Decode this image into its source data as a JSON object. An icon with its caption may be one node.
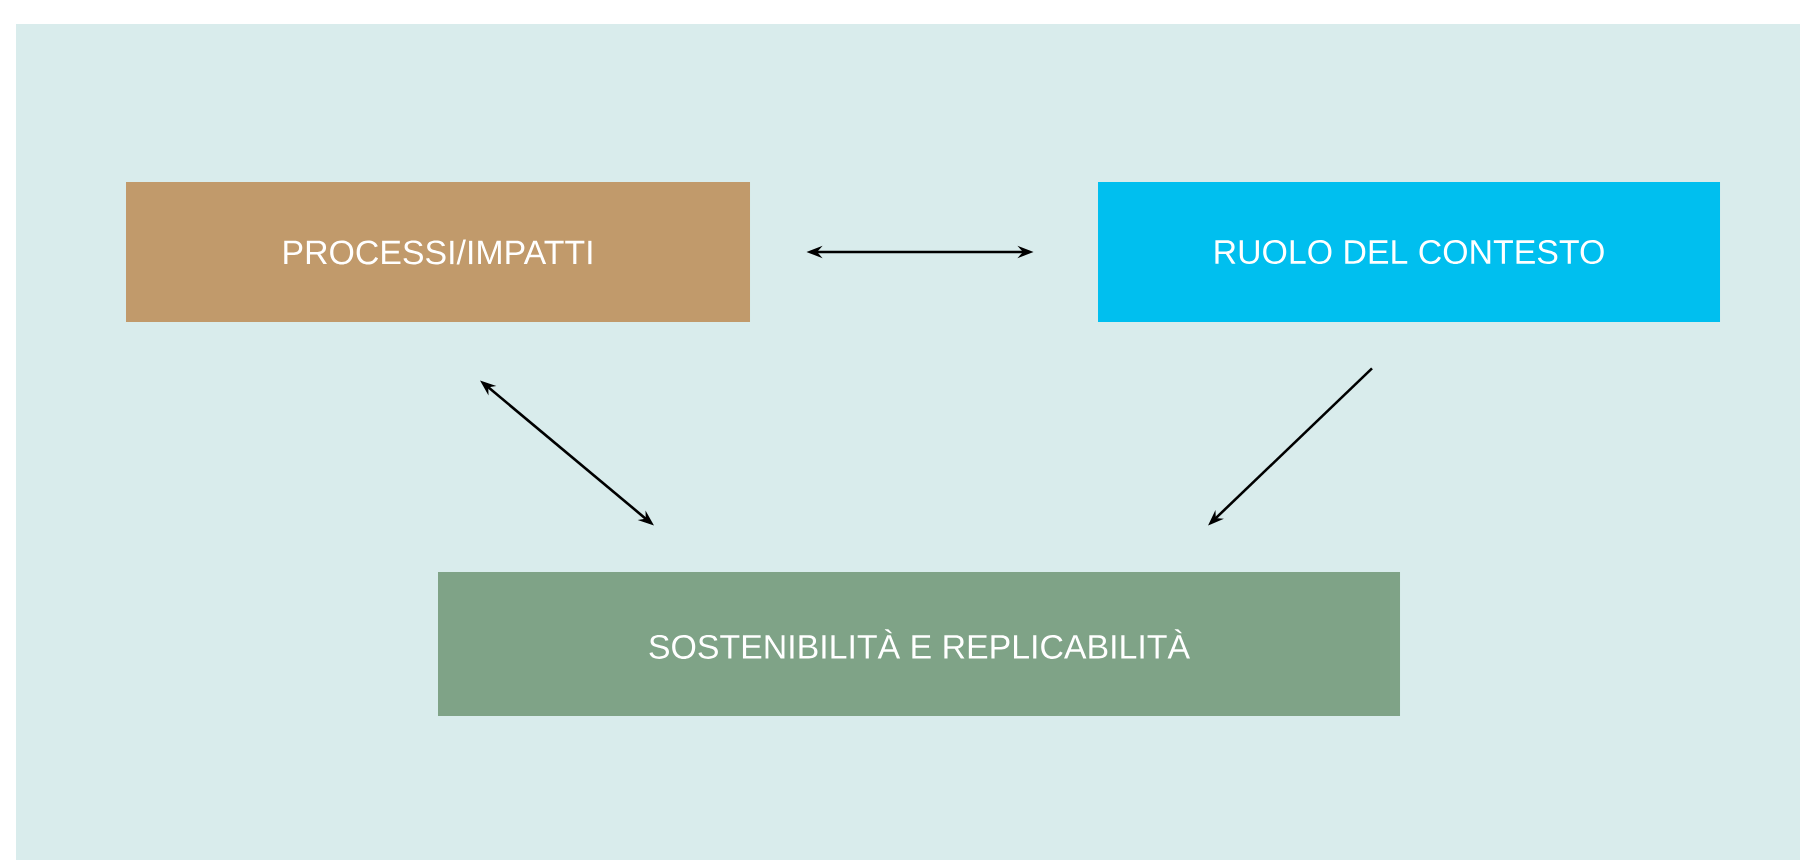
{
  "diagram": {
    "nodes": [
      {
        "text": [
          "PROCESSI/IMPATTI"
        ]
      },
      {
        "text": [
          "RUOLO DEL CONTESTO"
        ]
      },
      {
        "text": [
          "SOSTENIBILITÀ E REPLICABILITÀ"
        ]
      }
    ],
    "edges": [
      {
        "from": 0,
        "to": 1,
        "arrow": "both"
      },
      {
        "from": 0,
        "to": 2,
        "arrow": "both"
      },
      {
        "from": 1,
        "to": 2,
        "arrow": "to"
      }
    ]
  }
}
